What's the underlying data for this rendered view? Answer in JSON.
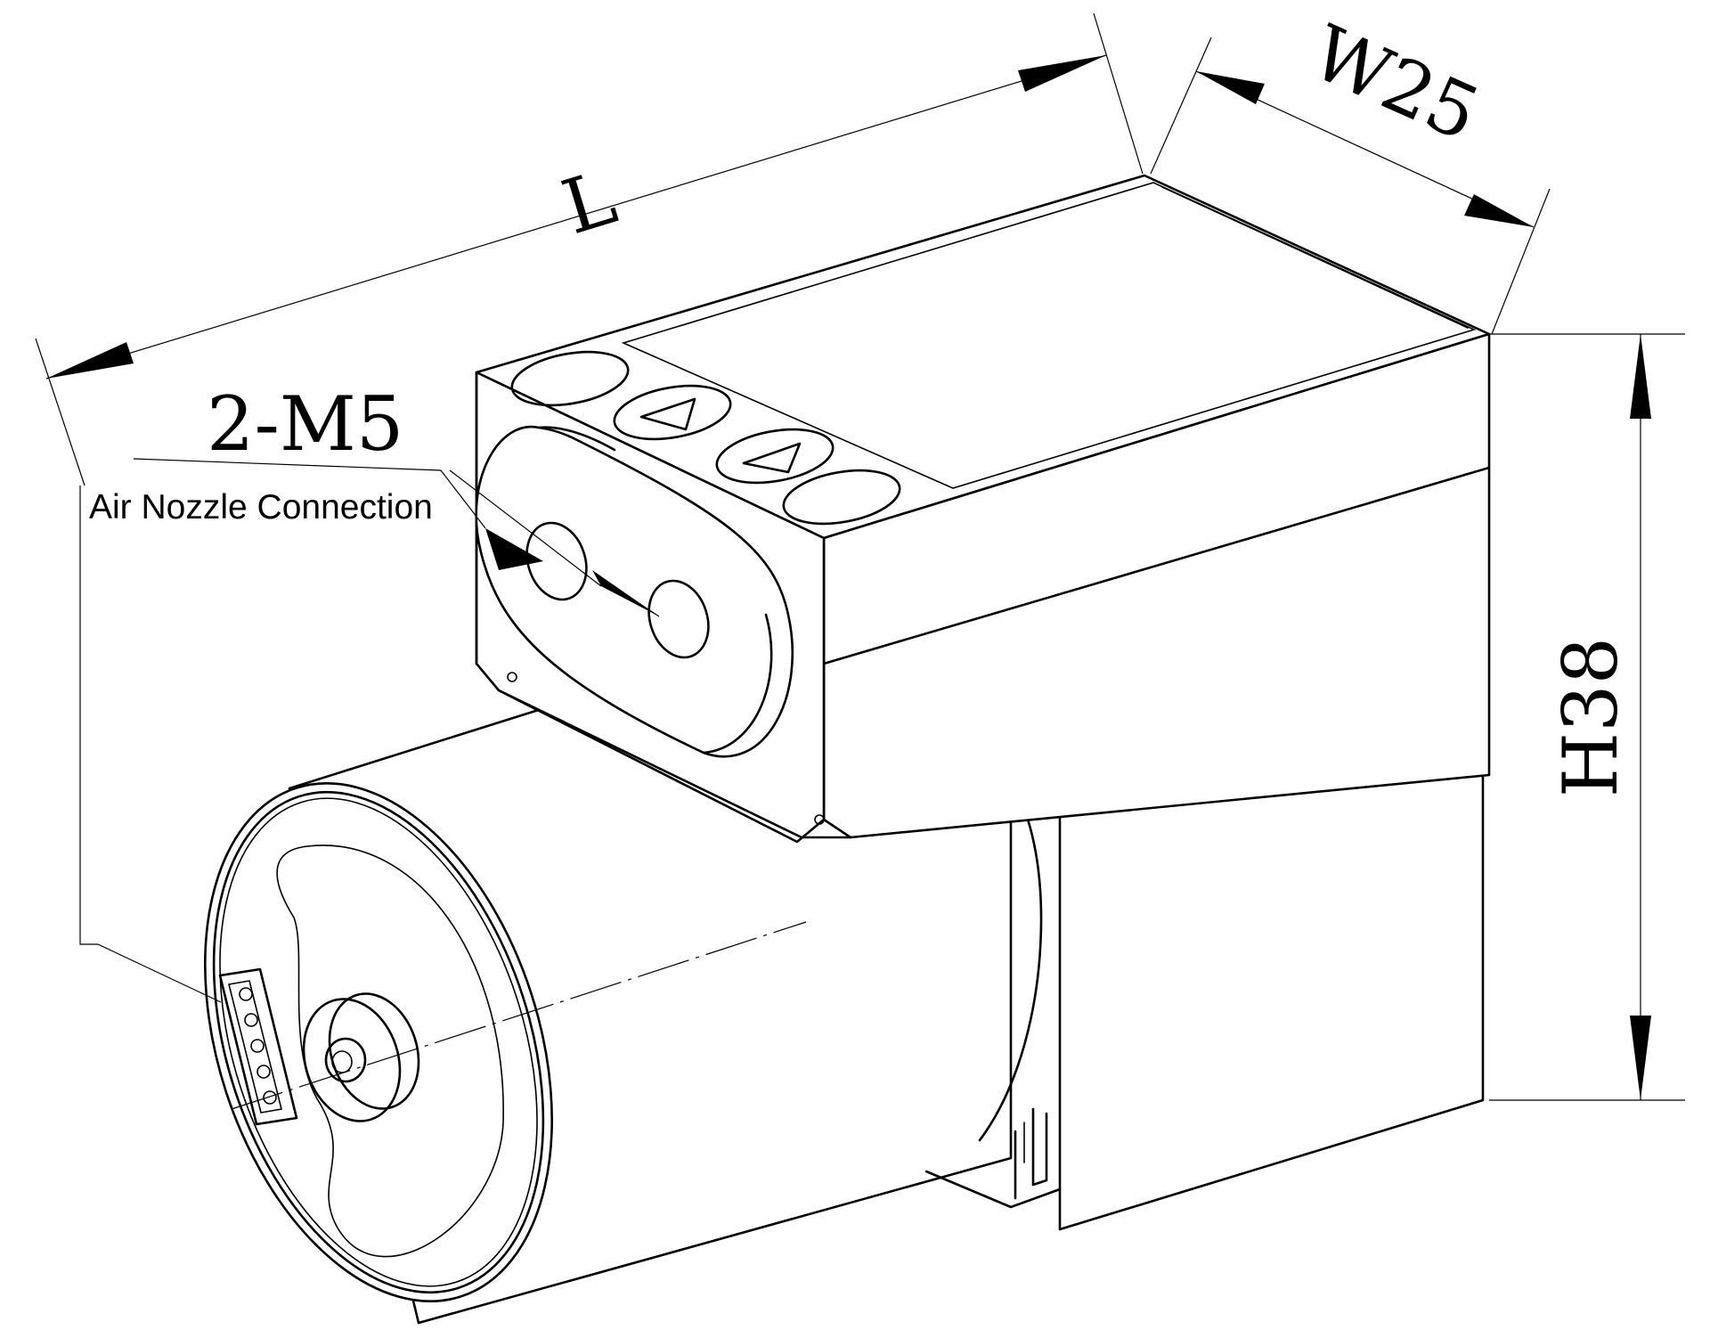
{
  "dimensions": {
    "length": "L",
    "width": "W25",
    "height": "H38"
  },
  "callout": {
    "thread": "2-M5",
    "description": "Air Nozzle Connection"
  }
}
